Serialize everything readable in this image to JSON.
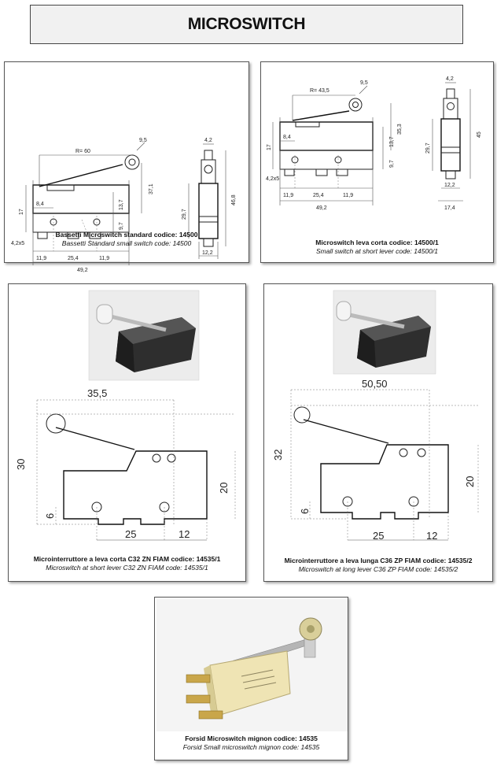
{
  "title": "MICROSWITCH",
  "panels": {
    "p1": {
      "caption_it": "Bassetti Microswitch standard codice: 14500",
      "caption_en": "Bassetti Standard small switch  code: 14500",
      "dims": {
        "r": "R= 60",
        "d95": "9,5",
        "d371": "37,1",
        "d17": "17",
        "d84": "8,4",
        "d137": "13,7",
        "d97": "9,7",
        "d42x5": "4,2x5",
        "d119a": "11,9",
        "d254": "25,4",
        "d119b": "11,9",
        "d492": "49,2",
        "d42": "4,2",
        "d297": "29,7",
        "d468": "46,8",
        "d122": "12,2"
      }
    },
    "p2": {
      "caption_it": "Microswitch leva corta codice: 14500/1",
      "caption_en": "Small switch at short lever code: 14500/1",
      "dims": {
        "r": "R= 43,5",
        "d95": "9,5",
        "d353": "35,3",
        "d17": "17",
        "d84": "8,4",
        "d137": "13,7",
        "d97": "9,7",
        "d42x5": "4,2x5",
        "d119a": "11,9",
        "d254": "25,4",
        "d119b": "11,9",
        "d492": "49,2",
        "d42": "4,2",
        "d297": "29,7",
        "d45": "45",
        "d122": "12,2",
        "d174": "17,4"
      }
    },
    "p3": {
      "caption_it": "Microinterruttore a leva corta C32 ZN FIAM codice: 14535/1",
      "caption_en": "Microswitch at short lever C32 ZN FIAM code: 14535/1",
      "dims": {
        "top": "35,5",
        "left": "30",
        "right": "20",
        "small": "6",
        "b1": "25",
        "b2": "12"
      }
    },
    "p4": {
      "caption_it": "Microinterruttore a leva lunga C36 ZP FIAM codice: 14535/2",
      "caption_en": "Microswitch at long lever C36 ZP FIAM code: 14535/2",
      "dims": {
        "top": "50,50",
        "left": "32",
        "right": "20",
        "small": "6",
        "b1": "25",
        "b2": "12"
      }
    },
    "p5": {
      "caption_it": "Forsid Microswitch mignon codice: 14535",
      "caption_en": "Forsid Small microswitch mignon code: 14535"
    }
  }
}
